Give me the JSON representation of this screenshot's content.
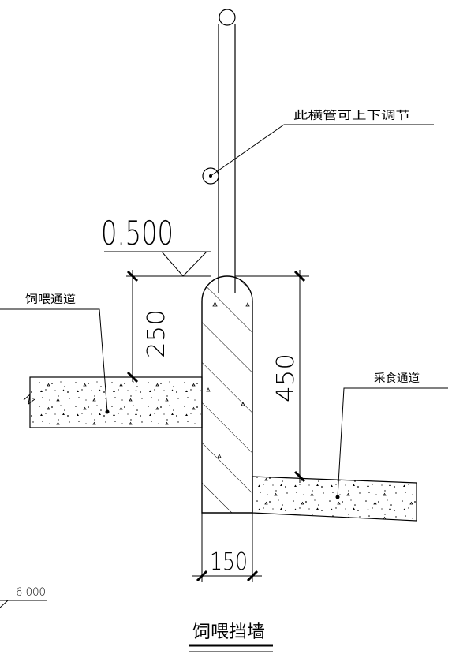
{
  "title": "饲喂挡墙",
  "labels": {
    "pipe_note": "此横管可上下调节",
    "feeding_channel": "饲喂通道",
    "eating_channel": "采食通道"
  },
  "elevations": {
    "top": "0.500",
    "side": "6.000"
  },
  "dimensions": {
    "left_height": "250",
    "right_height": "450",
    "wall_width": "150"
  }
}
